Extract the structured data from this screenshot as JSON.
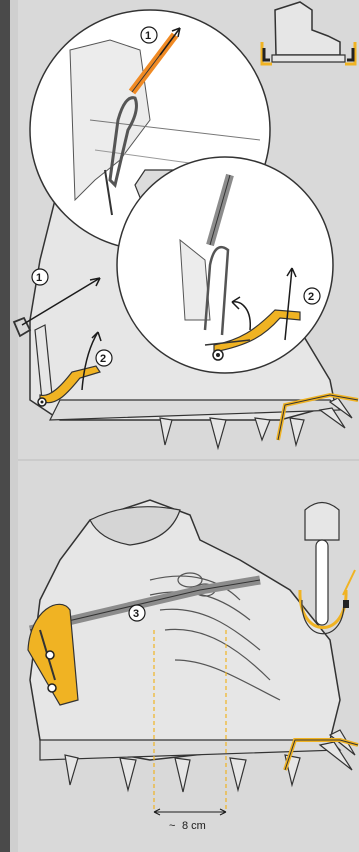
{
  "diagram": {
    "step_markers": [
      "1",
      "2",
      "3"
    ],
    "measurement": {
      "symbol": "~",
      "value": "8 cm"
    },
    "colors": {
      "background": "#d9d9d9",
      "boot_fill": "#e6e6e6",
      "outline": "#333333",
      "accent_yellow": "#f0b323",
      "accent_orange": "#f08a24",
      "strap": "#8c8c8c",
      "left_bar": "#4a4a4a"
    },
    "icons": [
      "boot-corner-icon",
      "arrow-icon",
      "lever-icon",
      "strap-buckle-icon"
    ]
  }
}
